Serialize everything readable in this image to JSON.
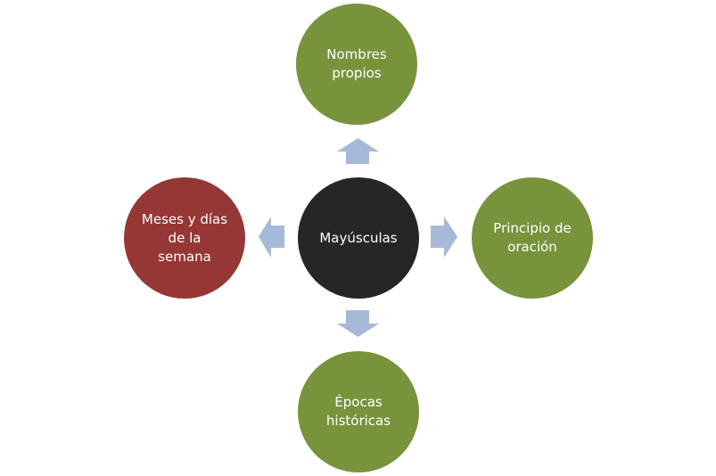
{
  "colors": {
    "center": "#262626",
    "green": "#77933c",
    "red": "#953735",
    "arrow": "#a7b9d8"
  },
  "center": {
    "label": "Mayúsculas"
  },
  "nodes": {
    "top": {
      "label": "Nombres propios"
    },
    "right": {
      "label": "Principio de oración"
    },
    "bottom": {
      "label": "Épocas históricas"
    },
    "left": {
      "label": "Meses y días de la semana"
    }
  }
}
